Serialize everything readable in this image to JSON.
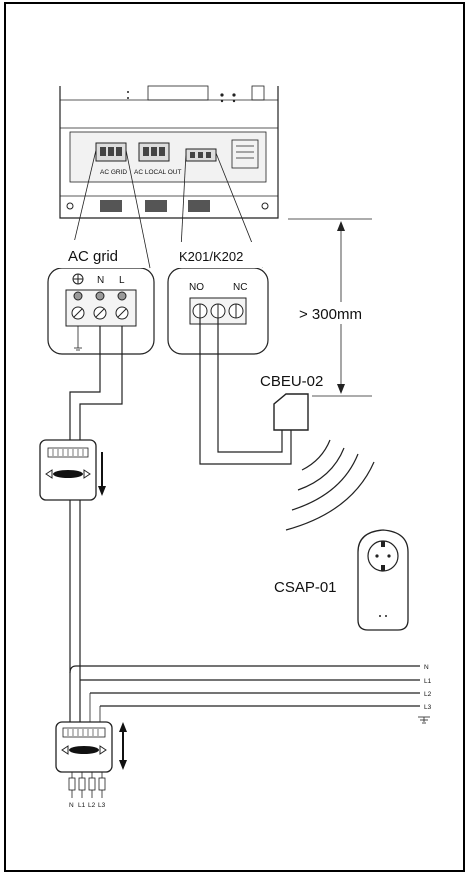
{
  "device": {
    "port_ac_grid": "AC GRID",
    "port_ac_local_out": "AC LOCAL OUT"
  },
  "ac_grid": {
    "title": "AC grid",
    "terminal_n": "N",
    "terminal_l": "L"
  },
  "relay": {
    "title": "K201/K202",
    "terminal_no": "NO",
    "terminal_nc": "NC"
  },
  "distance_label": "> 300mm",
  "cbeu_label": "CBEU-02",
  "csap_label": "CSAP-01",
  "bus_lines": [
    "N",
    "L1",
    "L2",
    "L3"
  ],
  "meter_bottom_terminals": [
    "N",
    "L1",
    "L2",
    "L3"
  ]
}
